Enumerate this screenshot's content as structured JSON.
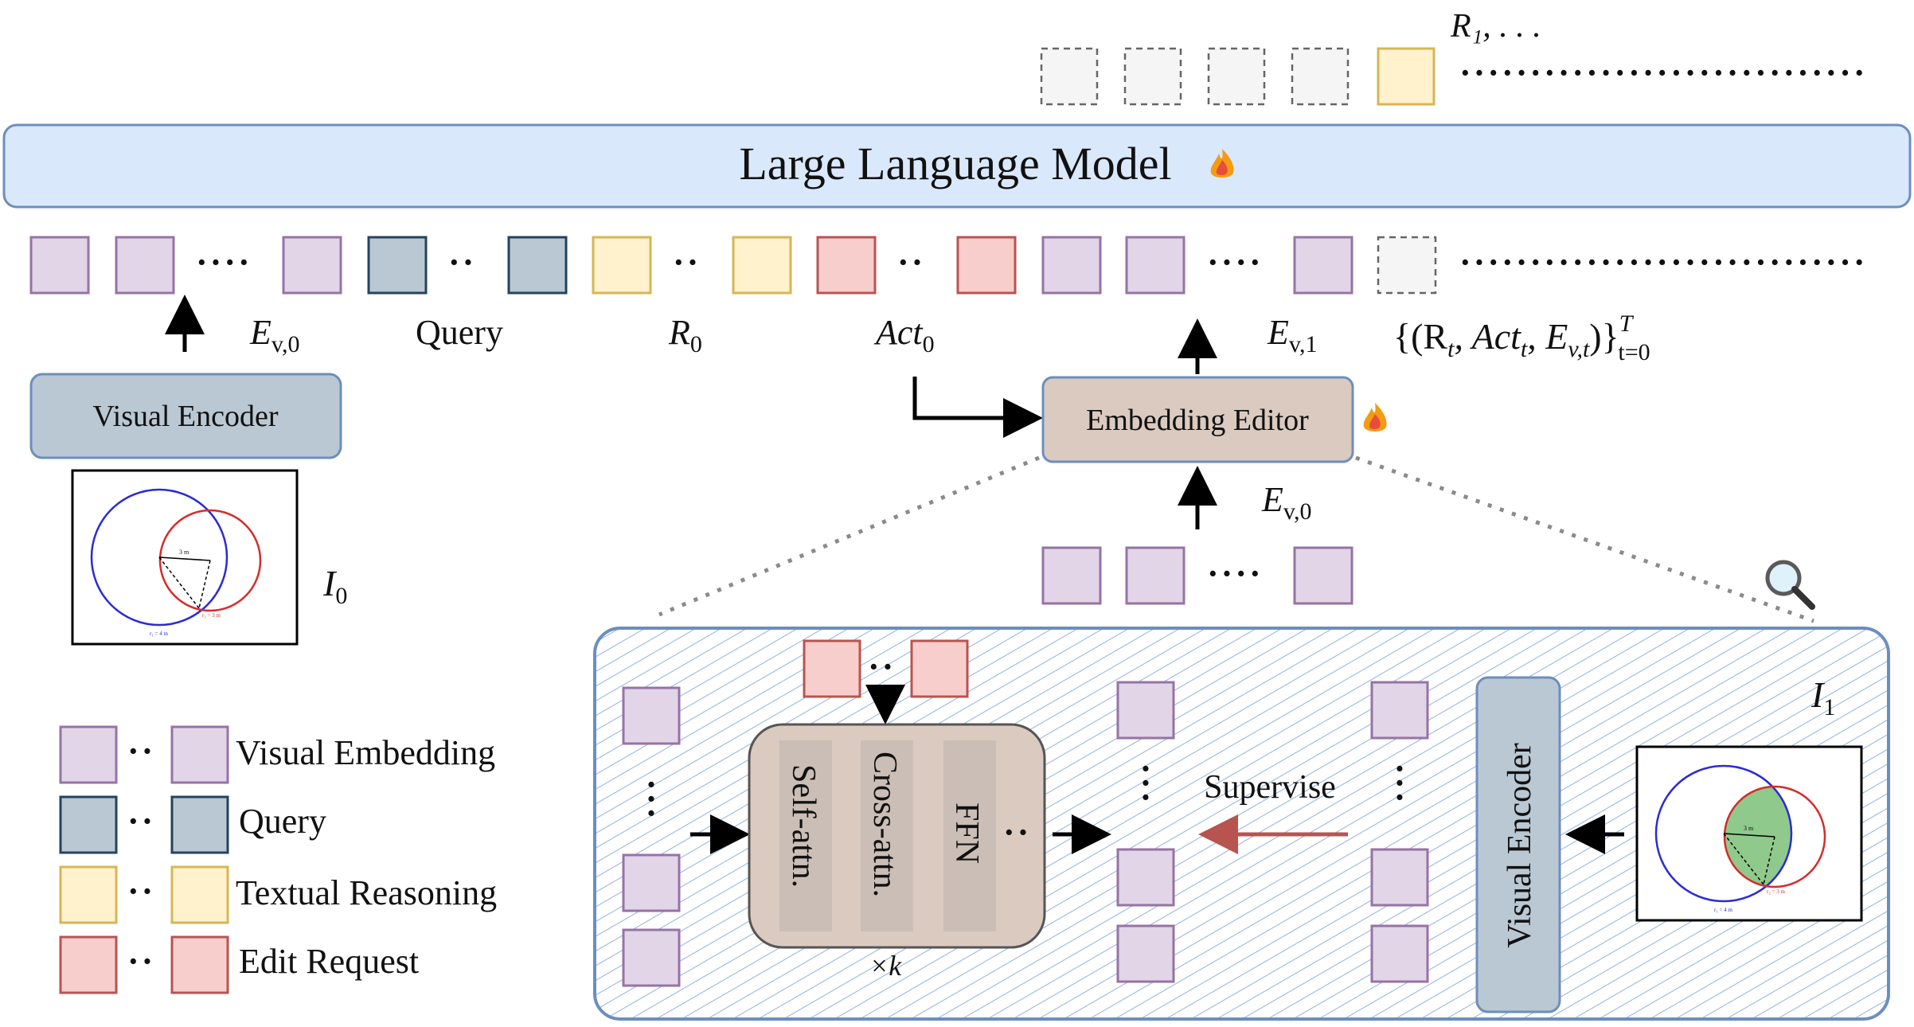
{
  "llm": {
    "label": "Large Language Model"
  },
  "output_label": "R₁, . . .",
  "sequence_labels": {
    "visual_emb": "E",
    "visual_emb_sub": "v,0",
    "query": "Query",
    "reasoning": "R",
    "reasoning_sub": "0",
    "edit_request": "Act",
    "edit_request_sub": "0",
    "edited_emb": "E",
    "edited_emb_sub": "v,1",
    "loop_prefix": "{(R",
    "loop_sub_t1": "t",
    "loop_mid1": ", Act",
    "loop_sub_t2": "t",
    "loop_mid2": ", E",
    "loop_sub_vt": "v,t",
    "loop_suffix": ")}",
    "loop_sup": "T",
    "loop_sub_range": "t=0"
  },
  "visual_encoder_top": {
    "label": "Visual Encoder"
  },
  "image0": {
    "label": "I",
    "label_sub": "0",
    "inner_dim": "3 m",
    "inner_r1": "r₁ = 4 m",
    "inner_r2": "r₂ = 3 m"
  },
  "embedding_editor": {
    "label": "Embedding Editor",
    "input_label": "E",
    "input_sub": "v,0"
  },
  "zoom": {
    "image1_label": "I",
    "image1_sub": "1",
    "inner_dim": "3 m",
    "inner_r1": "r₁ = 4 m",
    "inner_r2": "r₂ = 3 m",
    "block_items": [
      "Self-attn.",
      "Cross-attn.",
      "FFN"
    ],
    "repeat": "×k",
    "supervise": "Supervise",
    "visual_encoder": "Visual Encoder"
  },
  "legend": [
    {
      "label": "Visual Embedding",
      "color": "#e1d5e7"
    },
    {
      "label": "Query",
      "color": "#bac8d3"
    },
    {
      "label": "Textual Reasoning",
      "color": "#fff2cc"
    },
    {
      "label": "Edit Request",
      "color": "#f8cecc"
    }
  ],
  "icons": {
    "fire": "fire-icon",
    "search": "magnifier-icon"
  }
}
